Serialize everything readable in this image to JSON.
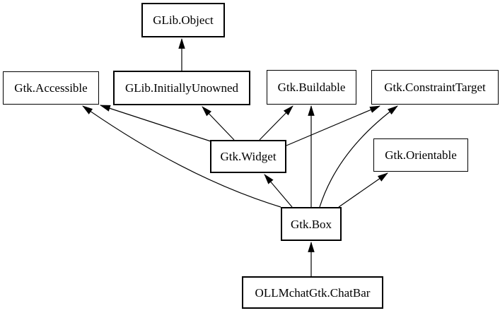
{
  "diagram": {
    "kind": "class-inheritance-graph",
    "background_color": "#ffffff",
    "node_border_color": "#000000",
    "edge_color": "#000000",
    "nodes": [
      {
        "id": "glib-object",
        "label": "GLib.Object",
        "emphasis": "bold"
      },
      {
        "id": "gtk-accessible",
        "label": "Gtk.Accessible",
        "emphasis": "normal"
      },
      {
        "id": "glib-initiallyunowned",
        "label": "GLib.InitiallyUnowned",
        "emphasis": "bold"
      },
      {
        "id": "gtk-buildable",
        "label": "Gtk.Buildable",
        "emphasis": "normal"
      },
      {
        "id": "gtk-constrainttarget",
        "label": "Gtk.ConstraintTarget",
        "emphasis": "normal"
      },
      {
        "id": "gtk-widget",
        "label": "Gtk.Widget",
        "emphasis": "bold"
      },
      {
        "id": "gtk-orientable",
        "label": "Gtk.Orientable",
        "emphasis": "normal"
      },
      {
        "id": "gtk-box",
        "label": "Gtk.Box",
        "emphasis": "bold"
      },
      {
        "id": "ollmchatgtk-chatbar",
        "label": "OLLMchatGtk.ChatBar",
        "emphasis": "bold"
      }
    ],
    "edges": [
      {
        "from": "GLib.InitiallyUnowned",
        "to": "GLib.Object"
      },
      {
        "from": "Gtk.Widget",
        "to": "Gtk.Accessible"
      },
      {
        "from": "Gtk.Widget",
        "to": "GLib.InitiallyUnowned"
      },
      {
        "from": "Gtk.Widget",
        "to": "Gtk.Buildable"
      },
      {
        "from": "Gtk.Widget",
        "to": "Gtk.ConstraintTarget"
      },
      {
        "from": "Gtk.Box",
        "to": "Gtk.Accessible"
      },
      {
        "from": "Gtk.Box",
        "to": "Gtk.Widget"
      },
      {
        "from": "Gtk.Box",
        "to": "Gtk.Buildable"
      },
      {
        "from": "Gtk.Box",
        "to": "Gtk.ConstraintTarget"
      },
      {
        "from": "Gtk.Box",
        "to": "Gtk.Orientable"
      },
      {
        "from": "OLLMchatGtk.ChatBar",
        "to": "Gtk.Box"
      }
    ]
  }
}
